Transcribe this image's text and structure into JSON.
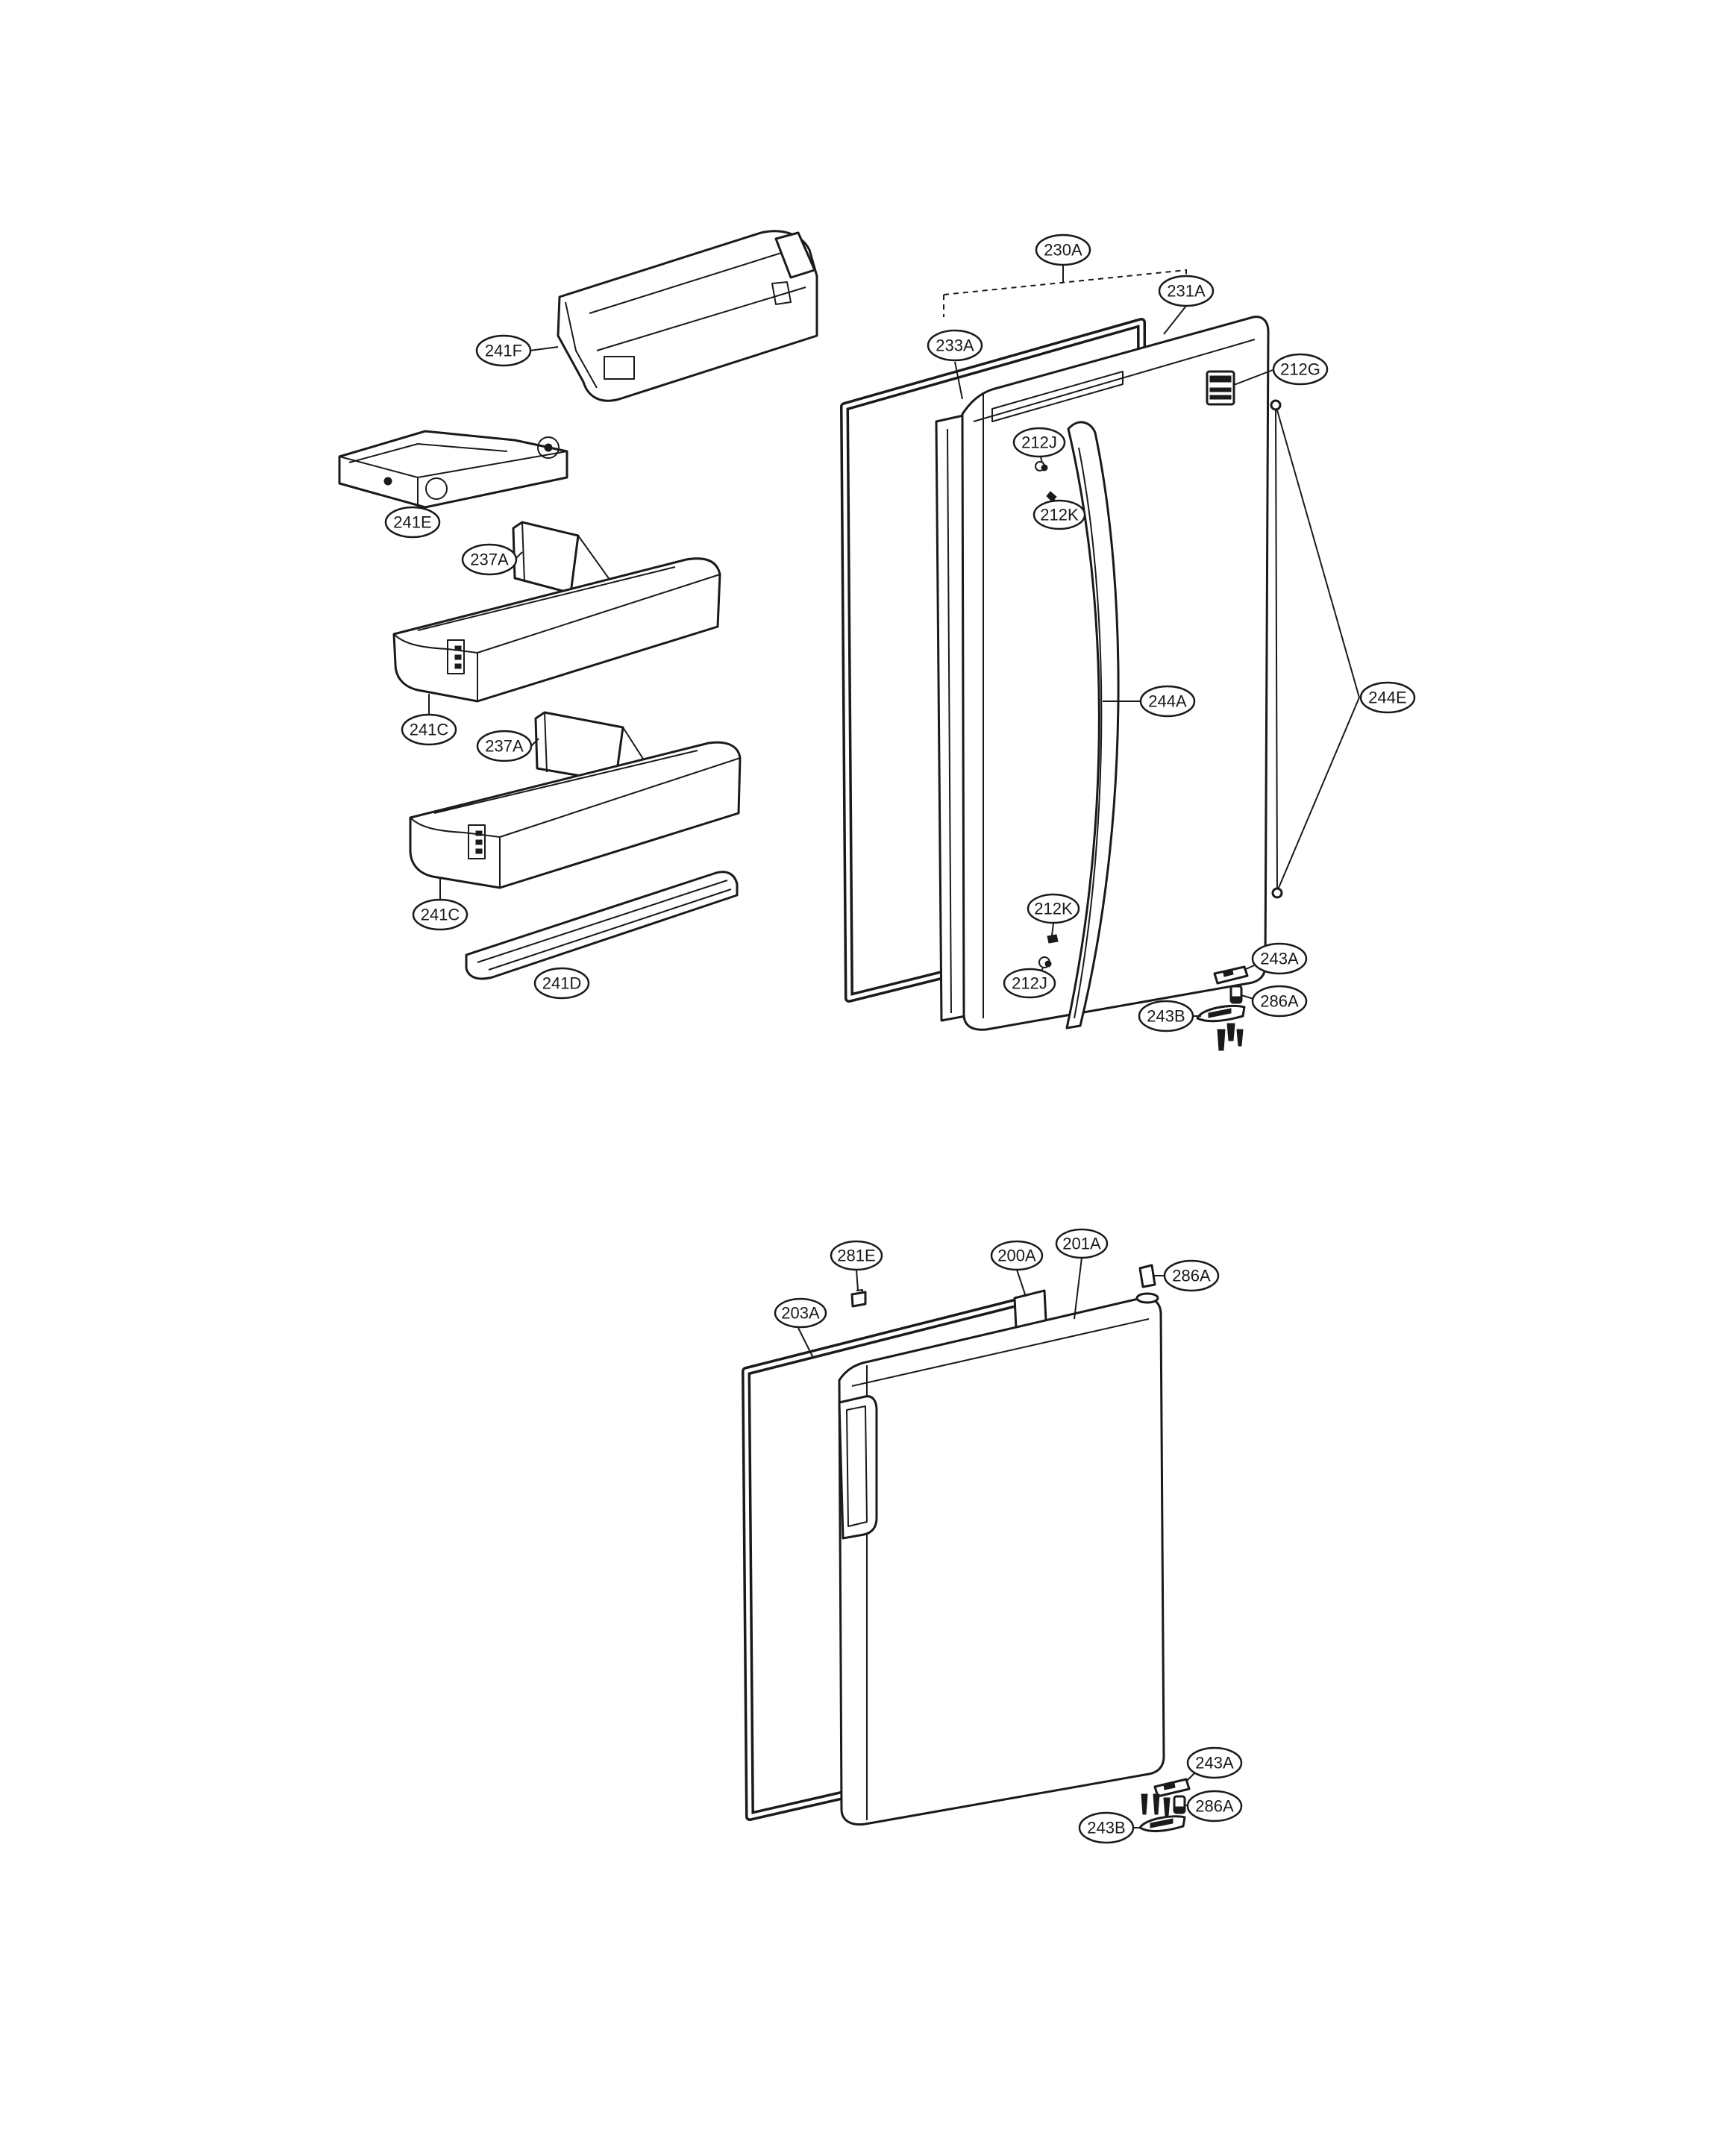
{
  "diagram": {
    "colors": {
      "line": "#1a1a1a",
      "background": "#ffffff"
    },
    "callouts": {
      "c230A": "230A",
      "c231A": "231A",
      "c233A": "233A",
      "c212G": "212G",
      "c212J_top": "212J",
      "c212K_top": "212K",
      "c244A": "244A",
      "c244E": "244E",
      "c212K_bottom": "212K",
      "c212J_bottom": "212J",
      "c243A_upper": "243A",
      "c243B_upper": "243B",
      "c286A_upper": "286A",
      "c241F": "241F",
      "c241E": "241E",
      "c237A_upper": "237A",
      "c241C_upper": "241C",
      "c237A_lower": "237A",
      "c241C_lower": "241C",
      "c241D": "241D",
      "c281E": "281E",
      "c200A": "200A",
      "c201A": "201A",
      "c286A_top": "286A",
      "c203A": "203A",
      "c243A_lower": "243A",
      "c243B_lower": "243B",
      "c286A_lower": "286A"
    }
  }
}
